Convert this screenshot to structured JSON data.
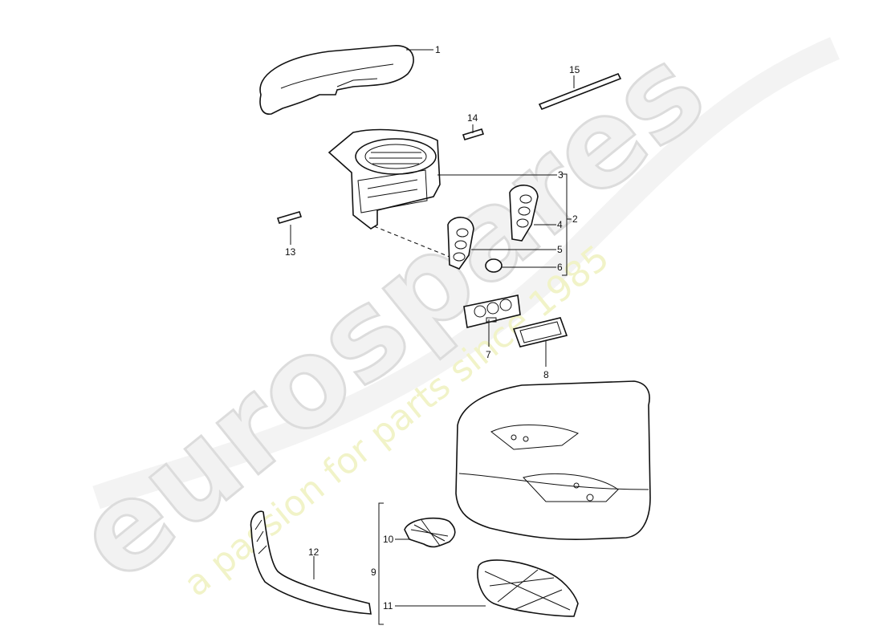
{
  "watermark": {
    "brand": "eurospares",
    "tagline": "a passion for parts since 1985"
  },
  "callouts": {
    "c1": "1",
    "c2": "2",
    "c3": "3",
    "c4": "4",
    "c5": "5",
    "c6": "6",
    "c7": "7",
    "c8": "8",
    "c9": "9",
    "c10": "10",
    "c11": "11",
    "c12": "12",
    "c13": "13",
    "c14": "14",
    "c15": "15"
  }
}
